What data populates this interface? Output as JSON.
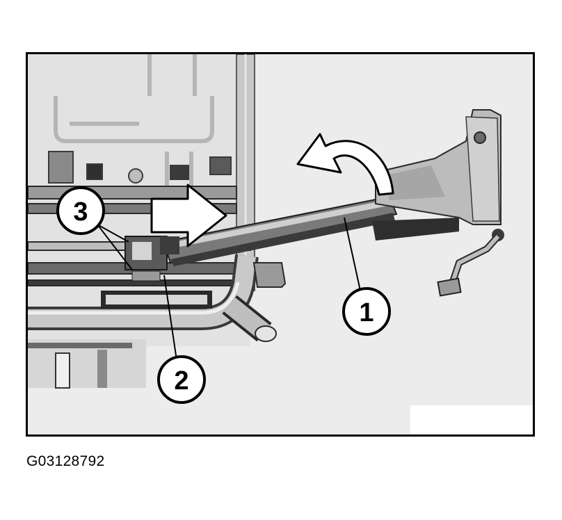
{
  "figure": {
    "code": "G03128792",
    "callouts": [
      "1",
      "2",
      "3"
    ]
  },
  "colors": {
    "frame": "#000000",
    "background": "#ebebeb",
    "arrow_fill": "#ffffff",
    "callout_fill": "#ffffff"
  },
  "icons": [
    "curved-arrow-icon",
    "straight-arrow-icon"
  ]
}
